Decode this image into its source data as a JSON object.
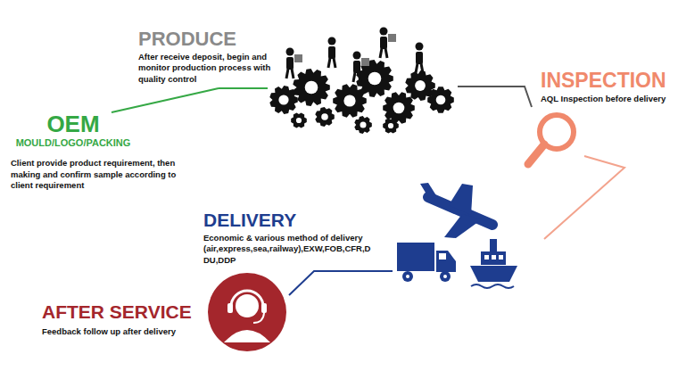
{
  "diagram": {
    "nodes": [
      {
        "text": [
          "OEM",
          "MOULD/LOGO/PACKING",
          "Client provide product requirement, then making and confirm sample according to client requirement"
        ]
      },
      {
        "text": [
          "PRODUCE",
          "After receive deposit, begin and monitor production process with quality control"
        ]
      },
      {
        "text": [
          "INSPECTION",
          "AQL Inspection before delivery"
        ]
      },
      {
        "text": [
          "DELIVERY",
          "Economic & various method of delivery (air,express,sea,railway),EXW,FOB,CFR,D DU,DDP"
        ]
      },
      {
        "text": [
          "AFTER SERVICE",
          "Feedback follow up after delivery"
        ]
      }
    ],
    "edges": [
      {
        "from": 0,
        "to": 1,
        "arrow": "none"
      },
      {
        "from": 1,
        "to": 2,
        "arrow": "none"
      },
      {
        "from": 2,
        "to": 3,
        "arrow": "none"
      },
      {
        "from": 3,
        "to": 4,
        "arrow": "none"
      }
    ]
  }
}
